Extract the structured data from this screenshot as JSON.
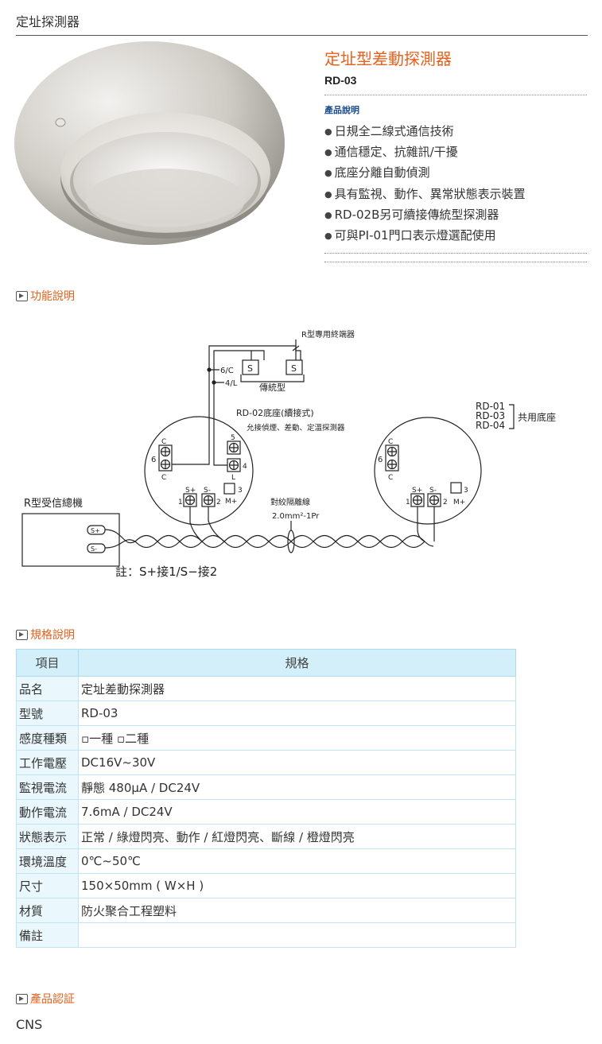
{
  "breadcrumb": "定址探測器",
  "product": {
    "name": "定址型差動探測器",
    "model": "RD-03",
    "desc_label": "產品說明",
    "features": [
      "日規全二線式通信技術",
      "通信穩定、抗雜訊/干擾",
      "底座分離自動偵測",
      "具有監視、動作、異常狀態表示裝置",
      "RD-02B另可續接傳統型探測器",
      "可與PI-01門口表示燈選配使用"
    ]
  },
  "sections": {
    "function": "功能說明",
    "spec": "規格說明",
    "cert": "產品認証"
  },
  "diagram": {
    "terminator": "R型專用終端器",
    "line_6c": "6/C",
    "line_4l": "4/L",
    "traditional": "傳統型",
    "base_title": "RD-02底座(續接式)",
    "base_sub": "允接偵煙、差動、定溫探測器",
    "shared_models": [
      "RD-01",
      "RD-03",
      "RD-04"
    ],
    "shared_label": "共用底座",
    "receiver": "R型受信總機",
    "cable_label": "對絞隔離線",
    "cable_spec": "2.0mm²-1Pr",
    "note": "註：S+接1/S−接2",
    "s_plus": "S+",
    "s_minus": "S-",
    "m_plus": "M+",
    "t_c": "C",
    "t_l": "L",
    "t_s": "S",
    "n1": "1",
    "n2": "2",
    "n3": "3",
    "n4": "4",
    "n5": "5",
    "n6": "6"
  },
  "spec_table": {
    "headers": [
      "項目",
      "規格"
    ],
    "rows": [
      {
        "k": "品名",
        "v": "定址差動探測器"
      },
      {
        "k": "型號",
        "v": "RD-03"
      },
      {
        "k": "感度種類",
        "v": "▫一種 ▫二種"
      },
      {
        "k": "工作電壓",
        "v": "DC16V~30V"
      },
      {
        "k": "監視電流",
        "v": "靜態 480μA / DC24V"
      },
      {
        "k": "動作電流",
        "v": "7.6mA / DC24V"
      },
      {
        "k": "狀態表示",
        "v": "正常 / 綠燈閃亮、動作 / 紅燈閃亮、斷線 / 橙燈閃亮"
      },
      {
        "k": "環境溫度",
        "v": "0℃~50℃"
      },
      {
        "k": "尺寸",
        "v": "150×50mm ( W×H )"
      },
      {
        "k": "材質",
        "v": "防火聚合工程塑料"
      },
      {
        "k": "備註",
        "v": ""
      }
    ]
  },
  "cert_value": "CNS"
}
